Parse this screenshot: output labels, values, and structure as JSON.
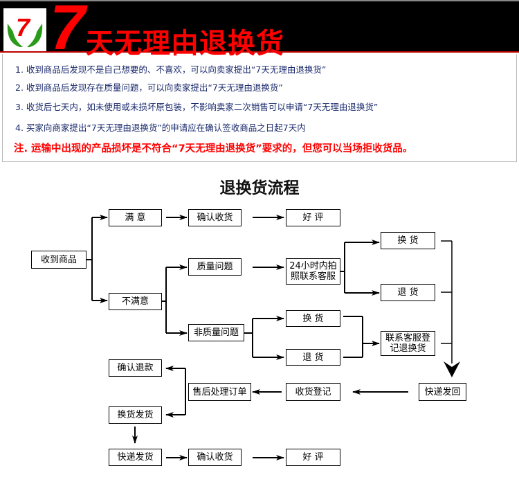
{
  "header": {
    "logo_text": "7",
    "title_number": "7",
    "title": "天无理由退换货"
  },
  "info": {
    "lines": [
      "1. 收到商品后发现不是自己想要的、不喜欢，可以向卖家提出“7天无理由退换货”",
      "2. 收到商品后发现存在质量问题，可以向卖家提出“7天无理由退换货”",
      "3. 收货后七天内，如未使用或未损坏原包装，不影响卖家二次销售可以申请“7天无理由退换货”",
      "4. 买家向商家提出“7天无理由退换货”的申请应在确认签收商品之日起7天内"
    ],
    "note": "注. 运输中出现的产品损坏是不符合“7天无理由退换货”要求的，但您可以当场拒收货品。"
  },
  "flow": {
    "title": "退换货流程",
    "nodes": {
      "received": "收到商品",
      "satisfied": "满 意",
      "confirm1": "确认收货",
      "good1": "好 评",
      "unsatisfied": "不满意",
      "quality": "质量问题",
      "contact24": "24小时内拍照联系客服",
      "exchange1": "换 货",
      "return1": "退 货",
      "nonquality": "非质量问题",
      "exchange2": "换 货",
      "return2": "退 货",
      "register": "联系客服登记退换货",
      "shipback": "快递发回",
      "receipt": "收货登记",
      "process": "售后处理订单",
      "refund": "确认退款",
      "reship": "换货发货",
      "express": "快递发货",
      "confirm2": "确认收货",
      "good2": "好 评"
    }
  }
}
